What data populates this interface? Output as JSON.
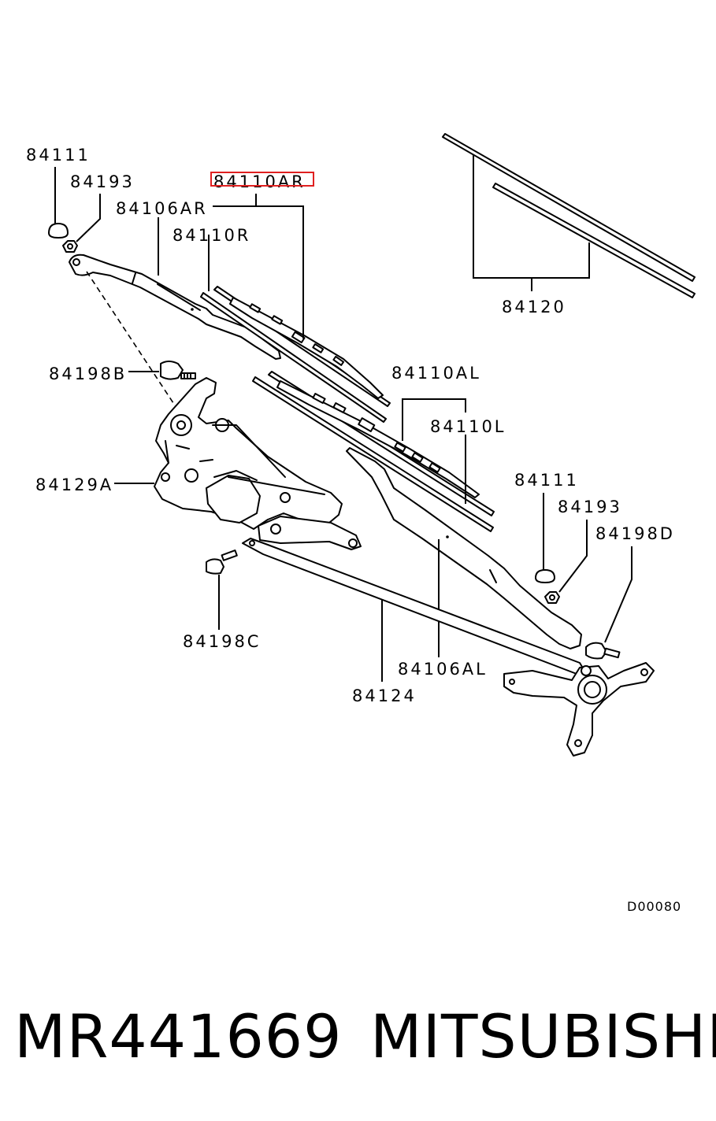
{
  "diagram": {
    "labels": {
      "l_84111_top": "84111",
      "l_84193_top": "84193",
      "l_84106AR": "84106AR",
      "l_84110AR": "84110AR",
      "l_84110R": "84110R",
      "l_84120": "84120",
      "l_84198B": "84198B",
      "l_84110AL": "84110AL",
      "l_84110L": "84110L",
      "l_84129A": "84129A",
      "l_84111_right": "84111",
      "l_84193_right": "84193",
      "l_84198D": "84198D",
      "l_84198C": "84198C",
      "l_84106AL": "84106AL",
      "l_84124": "84124"
    },
    "drawing_code": "D00080",
    "highlight_color": "#e02020"
  },
  "caption": {
    "part_number": "MR441669",
    "brand": "MITSUBISHI"
  }
}
